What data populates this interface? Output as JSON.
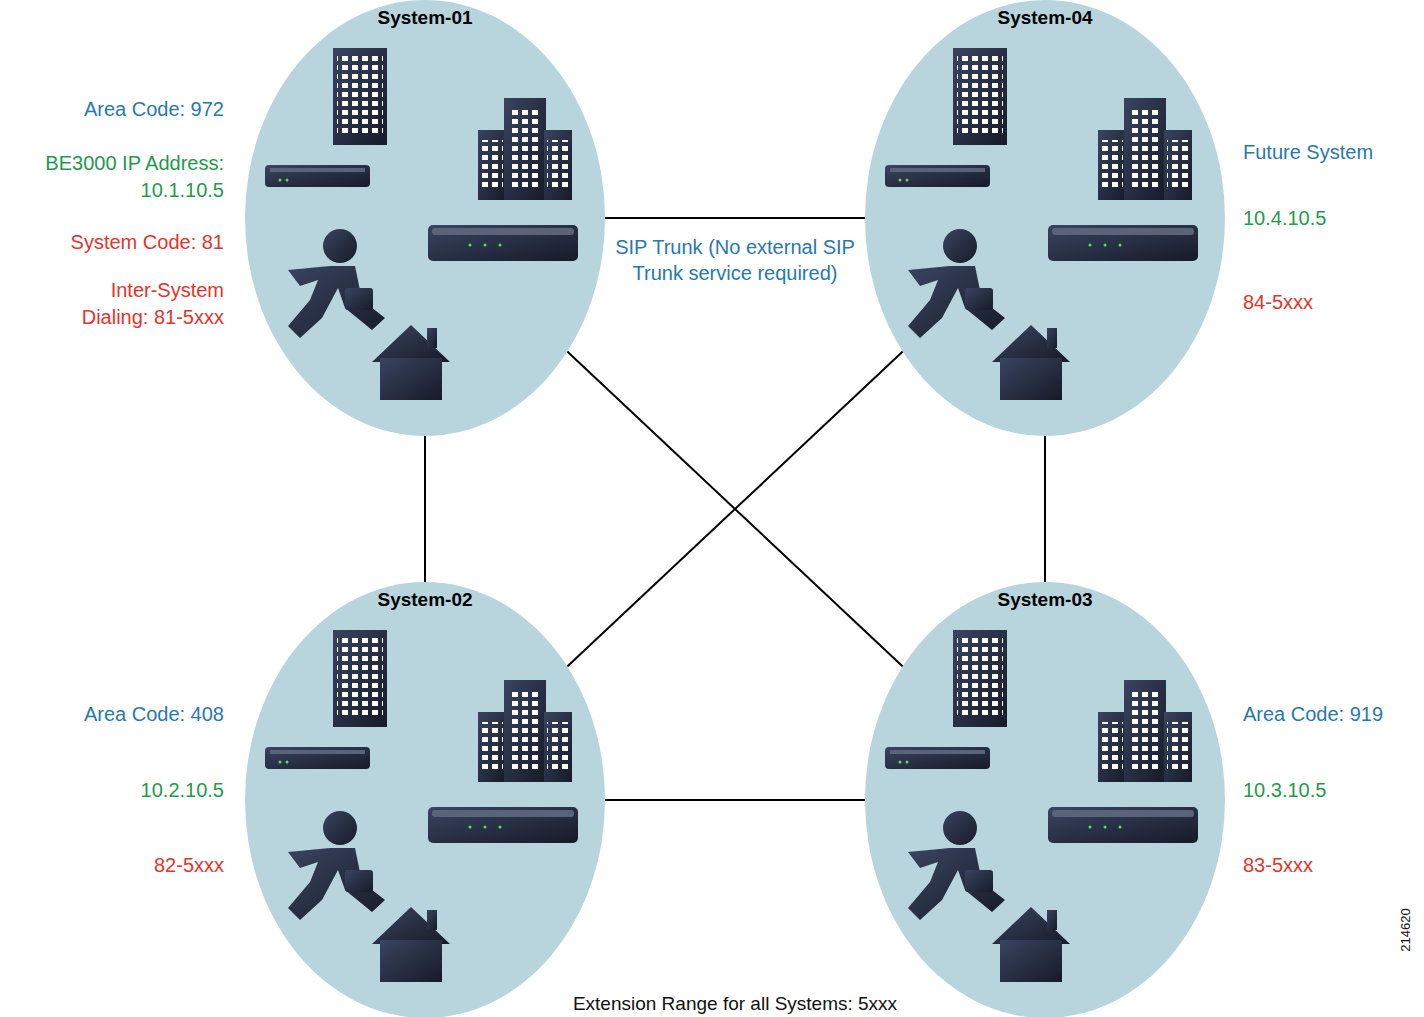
{
  "diagram": {
    "nodes": [
      {
        "text": [
          "System-01"
        ]
      },
      {
        "text": [
          "System-04"
        ]
      },
      {
        "text": [
          "System-02"
        ]
      },
      {
        "text": [
          "System-03"
        ]
      }
    ],
    "edges": [
      {
        "from": 0,
        "to": 1,
        "arrow": "none",
        "label": "SIP Trunk (No external SIP Trunk service required)"
      },
      {
        "from": 0,
        "to": 2,
        "arrow": "none"
      },
      {
        "from": 0,
        "to": 3,
        "arrow": "none"
      },
      {
        "from": 1,
        "to": 2,
        "arrow": "none"
      },
      {
        "from": 1,
        "to": 3,
        "arrow": "none"
      },
      {
        "from": 2,
        "to": 3,
        "arrow": "none"
      }
    ],
    "labels": [
      "Area Code: 972",
      "BE3000 IP Address: 10.1.10.5",
      "System Code: 81",
      "Inter-System Dialing: 81-5xxx",
      "Future System",
      "10.4.10.5",
      "84-5xxx",
      "Area Code: 408",
      "10.2.10.5",
      "82-5xxx",
      "Area Code: 919",
      "10.3.10.5",
      "83-5xxx",
      "Extension Range for all Systems: 5xxx",
      "214620"
    ]
  }
}
